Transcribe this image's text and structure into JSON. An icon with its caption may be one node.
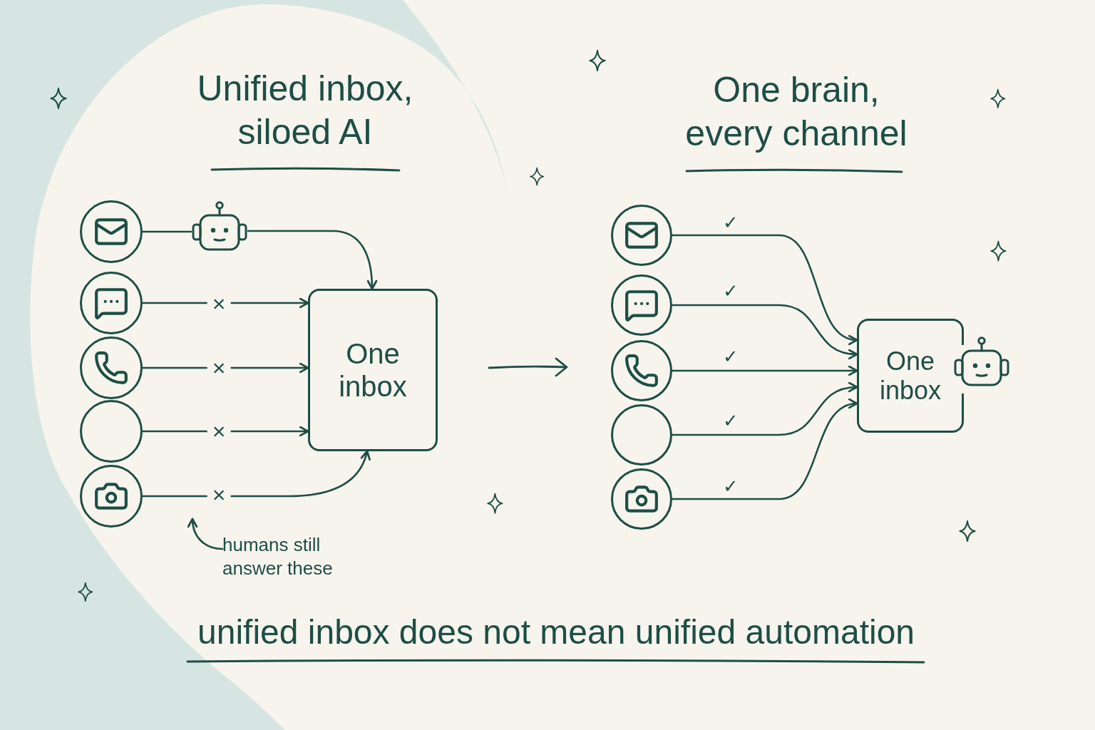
{
  "diagram": {
    "caption": "unified inbox does not mean unified automation",
    "nodes": [
      {
        "text": [],
        "shape": "circle"
      },
      {
        "text": [],
        "shape": "picture"
      },
      {
        "text": [],
        "shape": "circle"
      },
      {
        "text": [],
        "shape": "circle"
      },
      {
        "text": [],
        "shape": "circle"
      },
      {
        "text": [],
        "shape": "circle"
      },
      {
        "text": [
          "One inbox"
        ]
      },
      {
        "text": [
          "humans still answer these"
        ]
      },
      {
        "text": [],
        "shape": "circle"
      },
      {
        "text": [],
        "shape": "circle"
      },
      {
        "text": [],
        "shape": "circle"
      },
      {
        "text": [],
        "shape": "circle"
      },
      {
        "text": [],
        "shape": "circle"
      },
      {
        "text": [
          "One inbox"
        ]
      }
    ],
    "edges": [
      {
        "from": 0,
        "to": 1,
        "arrow": "none"
      },
      {
        "from": 1,
        "to": 6,
        "arrow": "to"
      },
      {
        "from": 2,
        "to": 6,
        "arrow": "to",
        "label": "×"
      },
      {
        "from": 3,
        "to": 6,
        "arrow": "to",
        "label": "×"
      },
      {
        "from": 4,
        "to": 6,
        "arrow": "to",
        "label": "×"
      },
      {
        "from": 5,
        "to": 6,
        "arrow": "to",
        "label": "×"
      },
      {
        "from": 7,
        "to": null,
        "arrow": "to"
      },
      {
        "from": 8,
        "to": 13,
        "arrow": "to",
        "label": "✓"
      },
      {
        "from": 9,
        "to": 13,
        "arrow": "to",
        "label": "✓"
      },
      {
        "from": 10,
        "to": 13,
        "arrow": "to",
        "label": "✓"
      },
      {
        "from": 11,
        "to": 13,
        "arrow": "to",
        "label": "✓"
      },
      {
        "from": 12,
        "to": 13,
        "arrow": "to",
        "label": "✓"
      }
    ],
    "labels": [
      "Unified inbox, siloed AI",
      "One brain, every channel"
    ]
  }
}
